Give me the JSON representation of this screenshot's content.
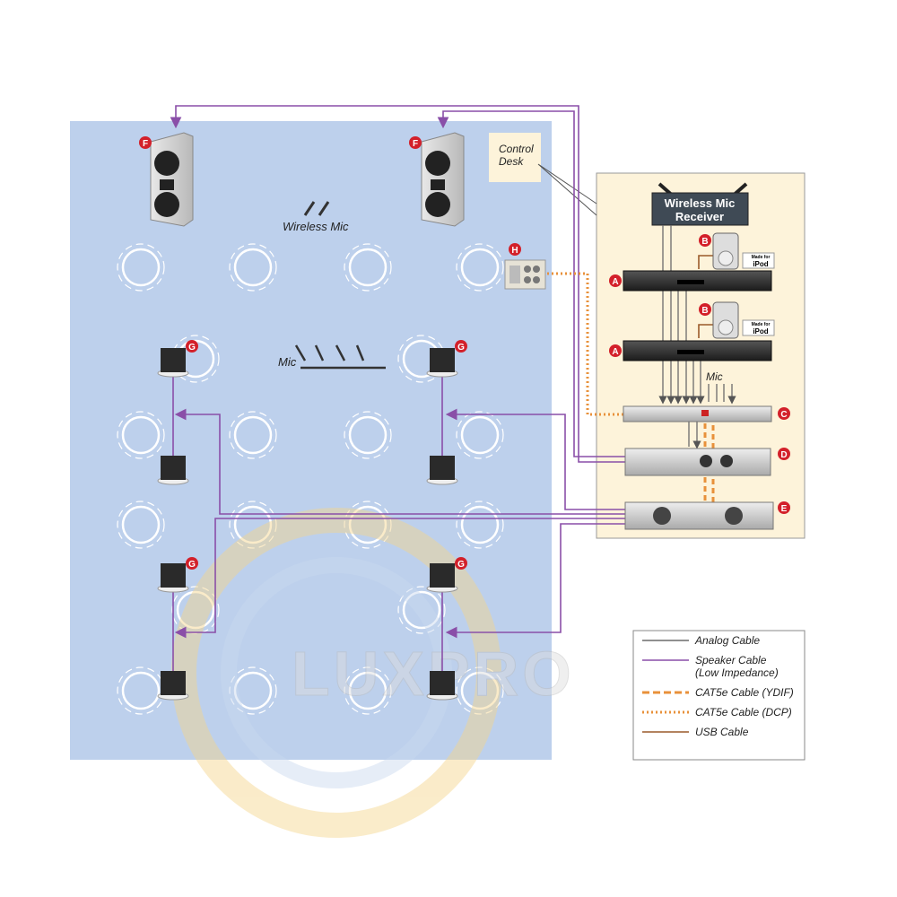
{
  "labels": {
    "control_desk": [
      "Control",
      "Desk"
    ],
    "wireless_mic": "Wireless Mic",
    "mic": "Mic",
    "rack_mic": "Mic",
    "receiver": [
      "Wireless Mic",
      "Receiver"
    ],
    "made_for": "Made for",
    "ipod": "iPod"
  },
  "badges": {
    "A": "A",
    "B": "B",
    "C": "C",
    "D": "D",
    "E": "E",
    "F": "F",
    "G": "G",
    "H": "H"
  },
  "legend": [
    {
      "label": "Analog Cable",
      "style": "solid",
      "color": "#6b6b6b"
    },
    {
      "label": "Speaker Cable",
      "label2": "(Low Impedance)",
      "style": "solid",
      "color": "#8a4fa8"
    },
    {
      "label": "CAT5e Cable (YDIF)",
      "style": "dashed",
      "color": "#e8913a"
    },
    {
      "label": "CAT5e Cable (DCP)",
      "style": "dotted",
      "color": "#e8913a"
    },
    {
      "label": "USB Cable",
      "style": "solid",
      "color": "#9a5a2a"
    }
  ],
  "watermark": "LUXPRO",
  "colors": {
    "room": "#bdd0ec",
    "panel": "#fdf3da",
    "speaker_cable": "#8a4fa8",
    "analog": "#6b6b6b",
    "cat5": "#e8913a",
    "badge": "#d3202a"
  }
}
